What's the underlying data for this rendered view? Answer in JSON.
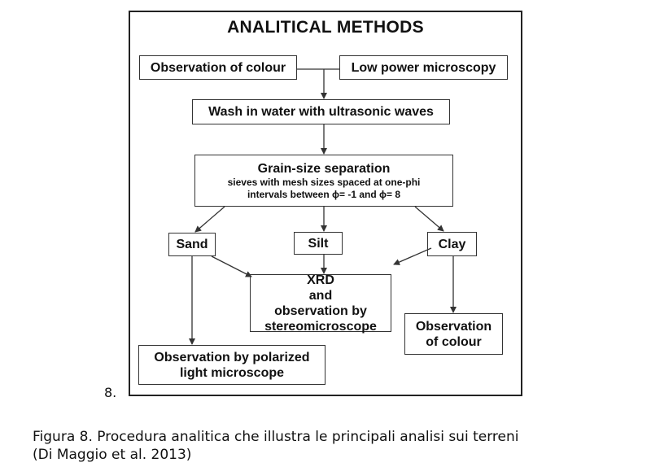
{
  "diagram": {
    "title": "ANALITICAL METHODS",
    "nodes": {
      "observation_colour_top": "Observation of colour",
      "low_power_microscopy": "Low power microscopy",
      "wash": "Wash in water with ultrasonic waves",
      "grain_size_title": "Grain-size separation",
      "grain_size_line1": "sieves with mesh sizes spaced at one-phi",
      "grain_size_line2": "intervals between ϕ= -1 and ϕ= 8",
      "sand": "Sand",
      "silt": "Silt",
      "clay": "Clay",
      "xrd_line1": "XRD",
      "xrd_line2": "and",
      "xrd_line3": "observation by",
      "xrd_line4": "stereomicroscope",
      "obs_colour_bottom_line1": "Observation",
      "obs_colour_bottom_line2": "of colour",
      "polarized_line1": "Observation by polarized",
      "polarized_line2": "light microscope"
    },
    "figure_number": "8."
  },
  "caption": {
    "line1": "Figura 8. Procedura analitica che illustra le principali analisi sui terreni",
    "line2": "(Di Maggio et al. 2013)"
  }
}
